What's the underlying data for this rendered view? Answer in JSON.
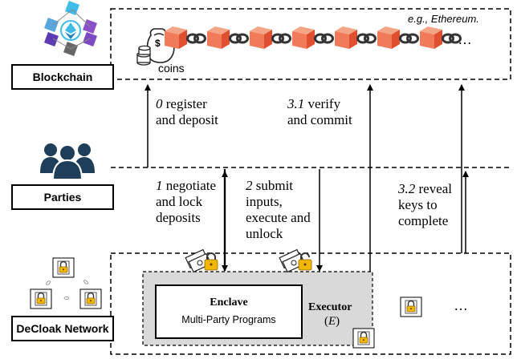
{
  "labels": {
    "blockchain": "Blockchain",
    "parties": "Parties",
    "decloak_network": "DeCloak Network",
    "example": "e.g., Ethereum.",
    "coins": "coins",
    "coin_symbol": "$",
    "chain_ellipsis": "…",
    "network_ellipsis": "…"
  },
  "steps": {
    "s0": {
      "num": "0",
      "line1": " register",
      "line2": "and deposit"
    },
    "s1": {
      "num": "1",
      "line1": " negotiate",
      "line2": "and lock",
      "line3": "deposits"
    },
    "s2": {
      "num": "2",
      "line1": " submit",
      "line2": "inputs,",
      "line3": "execute and",
      "line4": "unlock"
    },
    "s31": {
      "num": "3.1",
      "line1": " verify",
      "line2": "and commit"
    },
    "s32": {
      "num": "3.2",
      "line1": " reveal",
      "line2": "keys to",
      "line3": "complete"
    }
  },
  "enclave": {
    "title": "Enclave",
    "subtitle": "Multi-Party Programs"
  },
  "executor": {
    "title": "Executor",
    "symbol_open": "(",
    "symbol": "E",
    "symbol_close": ")"
  },
  "colors": {
    "block_front": "#f07a5a",
    "block_top": "#f4a585",
    "block_side": "#e85a3a",
    "chain_link": "#333333",
    "executor_bg": "#d9d9d9",
    "lock_body": "#f2b705",
    "arrow": "#000000"
  },
  "icons": [
    "ethereum-cluster-icon",
    "coins-bag-icon",
    "parties-people-icon",
    "lock-icon",
    "cash-lock-icon"
  ]
}
